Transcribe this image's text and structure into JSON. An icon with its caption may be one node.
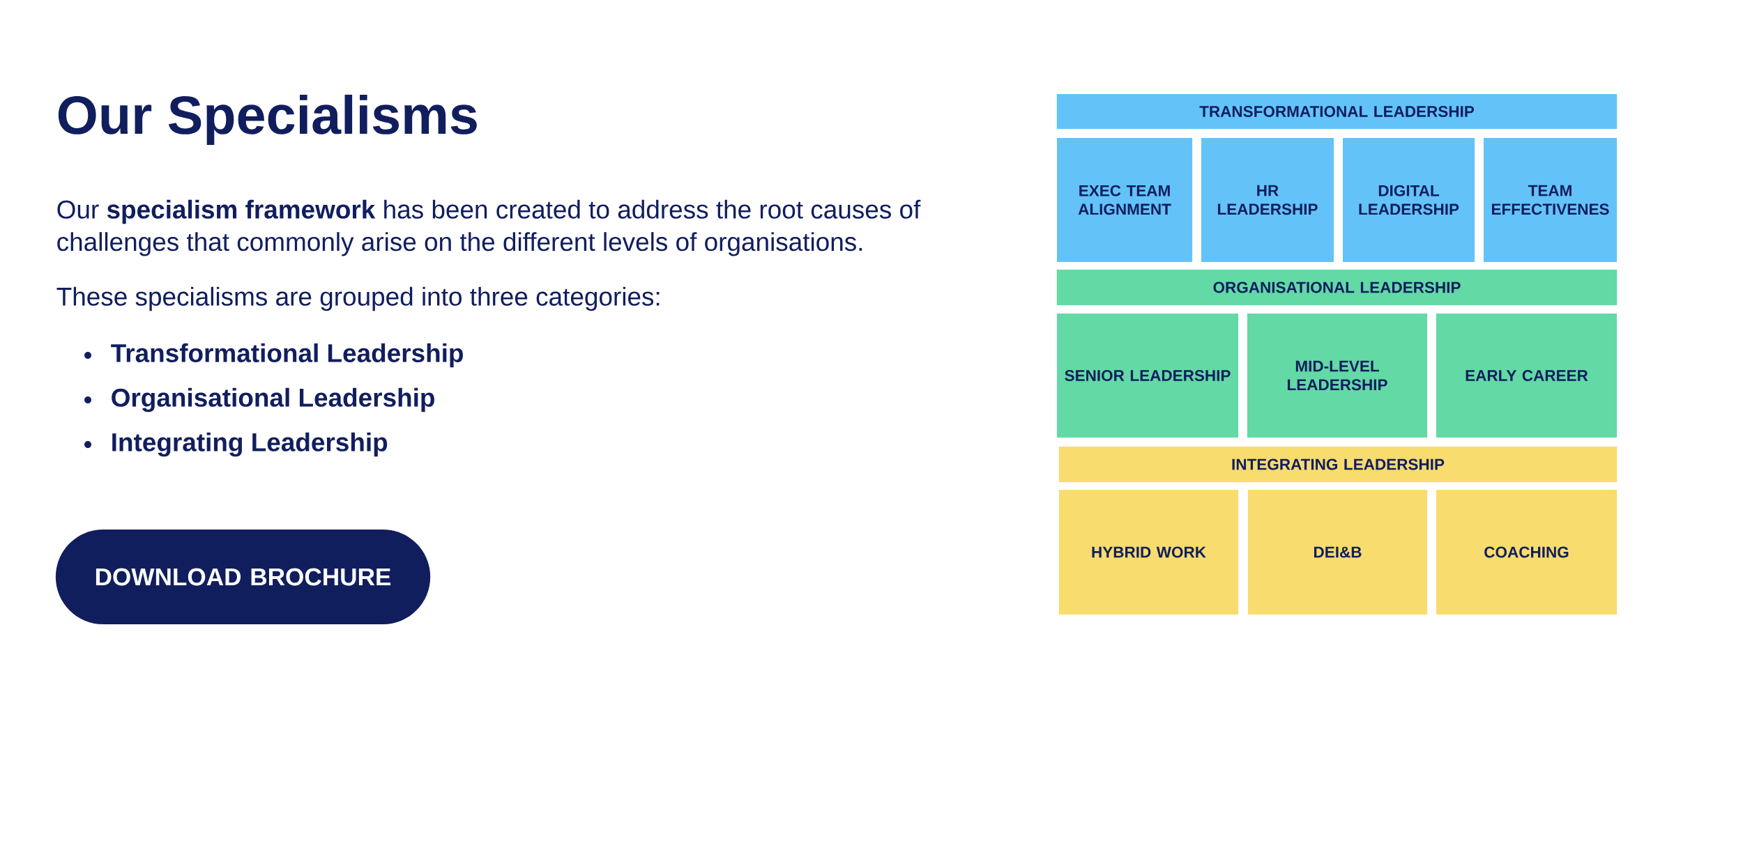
{
  "diagram": {
    "title": "Our Specialisms",
    "nodes": [
      {
        "text": [
          "TRANSFORMATIONAL LEADERSHIP"
        ]
      },
      {
        "text": [
          "EXEC TEAM ALIGNMENT"
        ]
      },
      {
        "text": [
          "HR LEADERSHIP"
        ]
      },
      {
        "text": [
          "DIGITAL LEADERSHIP"
        ]
      },
      {
        "text": [
          "TEAM EFFECTIVENES"
        ]
      },
      {
        "text": [
          "ORGANISATIONAL LEADERSHIP"
        ]
      },
      {
        "text": [
          "SENIOR LEADERSHIP"
        ]
      },
      {
        "text": [
          "MID-LEVEL LEADERSHIP"
        ]
      },
      {
        "text": [
          "EARLY CAREER"
        ]
      },
      {
        "text": [
          "INTEGRATING LEADERSHIP"
        ]
      },
      {
        "text": [
          "HYBRID WORK"
        ]
      },
      {
        "text": [
          "DEI&B"
        ]
      },
      {
        "text": [
          "COACHING"
        ]
      },
      {
        "text": [
          "DOWNLOAD BROCHURE"
        ]
      }
    ],
    "edges": [],
    "labels": [
      "Our **specialism framework** has been created to address the root causes of challenges that commonly arise on the different levels of organisations.",
      "These specialisms are grouped into three categories:",
      "Transformational Leadership",
      "Organisational Leadership",
      "Integrating Leadership"
    ]
  }
}
